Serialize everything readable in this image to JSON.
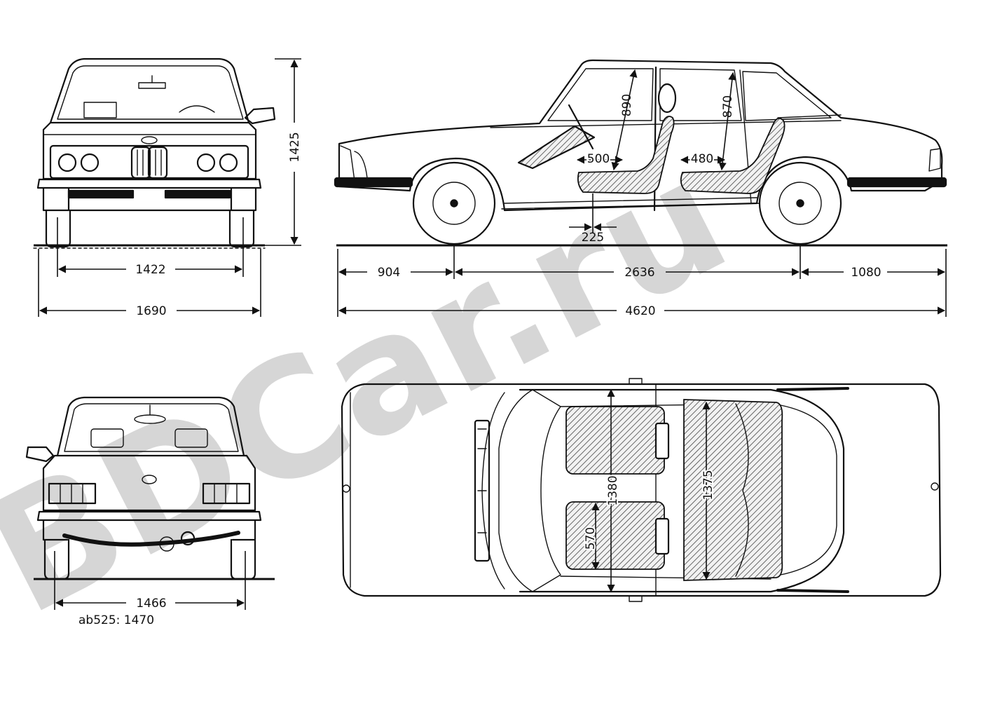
{
  "dimensions": {
    "height": "1425",
    "front_track": "1422",
    "width": "1690",
    "front_overhang": "904",
    "wheelbase": "2636",
    "rear_overhang": "1080",
    "length": "4620",
    "front_headroom": "890",
    "rear_headroom": "870",
    "front_seat_depth": "500",
    "rear_seat_depth": "480",
    "seat_adjust": "225",
    "front_cabin_width": "1380",
    "rear_cabin_width": "1375",
    "seat_width": "570",
    "rear_track": "1466",
    "rear_track_variant": "ab525: 1470"
  },
  "watermark": "BDCar.ru",
  "colors": {
    "ink": "#111111",
    "watermark": "#c9c9c9",
    "background": "#ffffff"
  }
}
